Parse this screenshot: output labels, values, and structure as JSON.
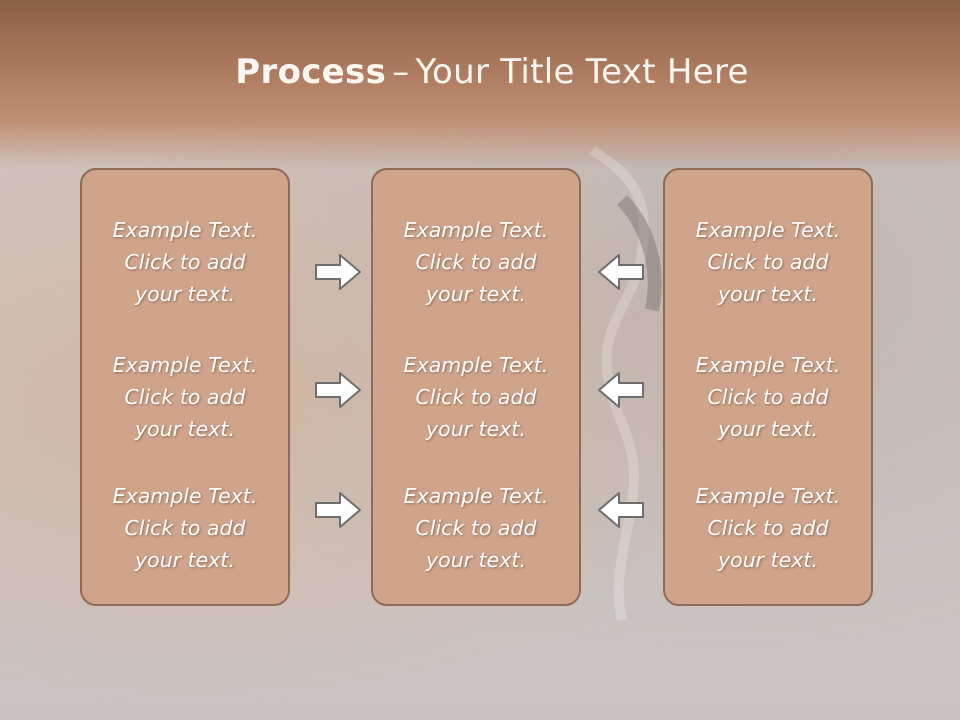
{
  "title": {
    "bold": "Process",
    "dash": "–",
    "rest": "Your Title Text Here"
  },
  "colors": {
    "box_fill": "#cfa48a",
    "box_border": "#8f6a58",
    "header": "#a8765a"
  },
  "columns": [
    {
      "items": [
        {
          "line1": "Example Text.",
          "line2": "Click  to add",
          "line3": "your text."
        },
        {
          "line1": "Example Text.",
          "line2": "Click  to add",
          "line3": "your text."
        },
        {
          "line1": "Example Text.",
          "line2": "Click  to add",
          "line3": "your text."
        }
      ]
    },
    {
      "items": [
        {
          "line1": "Example Text.",
          "line2": "Click  to add",
          "line3": "your text."
        },
        {
          "line1": "Example Text.",
          "line2": "Click  to add",
          "line3": "your text."
        },
        {
          "line1": "Example Text.",
          "line2": "Click  to add",
          "line3": "your text."
        }
      ]
    },
    {
      "items": [
        {
          "line1": "Example Text.",
          "line2": "Click  to add",
          "line3": "your text."
        },
        {
          "line1": "Example Text.",
          "line2": "Click  to add",
          "line3": "your text."
        },
        {
          "line1": "Example Text.",
          "line2": "Click  to add",
          "line3": "your text."
        }
      ]
    }
  ],
  "arrows": {
    "left_group": "right-arrow-icon",
    "right_group": "left-arrow-icon"
  }
}
